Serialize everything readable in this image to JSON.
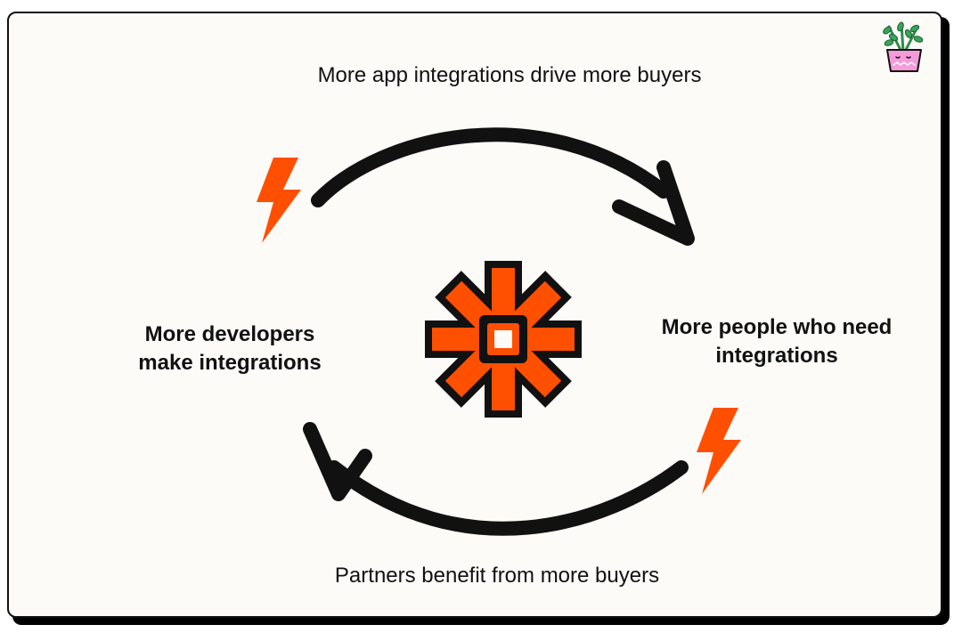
{
  "captions": {
    "top": "More app integrations drive more buyers",
    "bottom": "Partners benefit from more buyers",
    "left": [
      "More developers",
      "make integrations"
    ],
    "right": [
      "More people who need",
      "integrations"
    ]
  },
  "icons": {
    "center": "zapier-asterisk-icon",
    "left_bolt": "lightning-bolt-icon",
    "right_bolt": "lightning-bolt-icon",
    "top_arrow": "curved-arrow-icon",
    "bottom_arrow": "curved-arrow-icon",
    "corner": "potted-plant-icon"
  },
  "colors": {
    "accent": "#ff4f00",
    "ink": "#111111",
    "card": "#fcfbf8",
    "plant_pot": "#f59bd9",
    "plant_leaf": "#2f8a4a"
  }
}
